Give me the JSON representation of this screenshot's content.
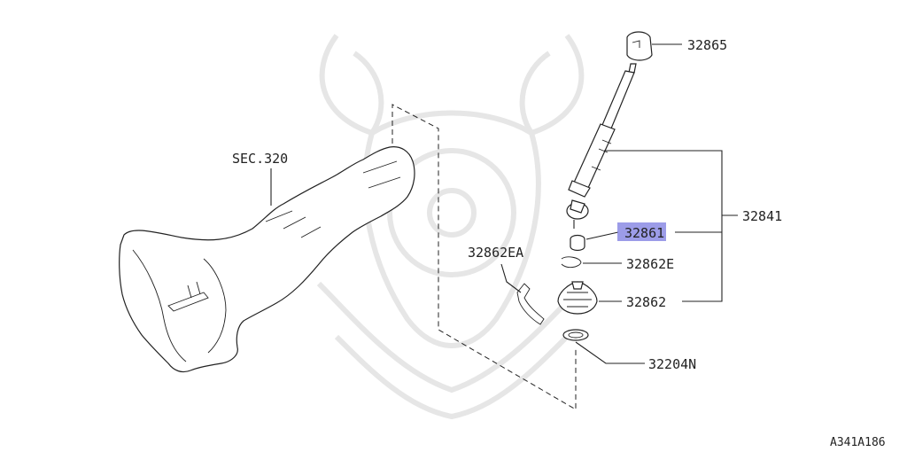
{
  "diagram": {
    "callouts": {
      "sec": "SEC.320",
      "p32865": "32865",
      "p32841": "32841",
      "p32861": "32861",
      "p32862E": "32862E",
      "p32862EA": "32862EA",
      "p32862": "32862",
      "p32204N": "32204N"
    },
    "highlight_part": "32861",
    "highlight_color": "#7b7be0",
    "reference_code": "A341A186"
  }
}
